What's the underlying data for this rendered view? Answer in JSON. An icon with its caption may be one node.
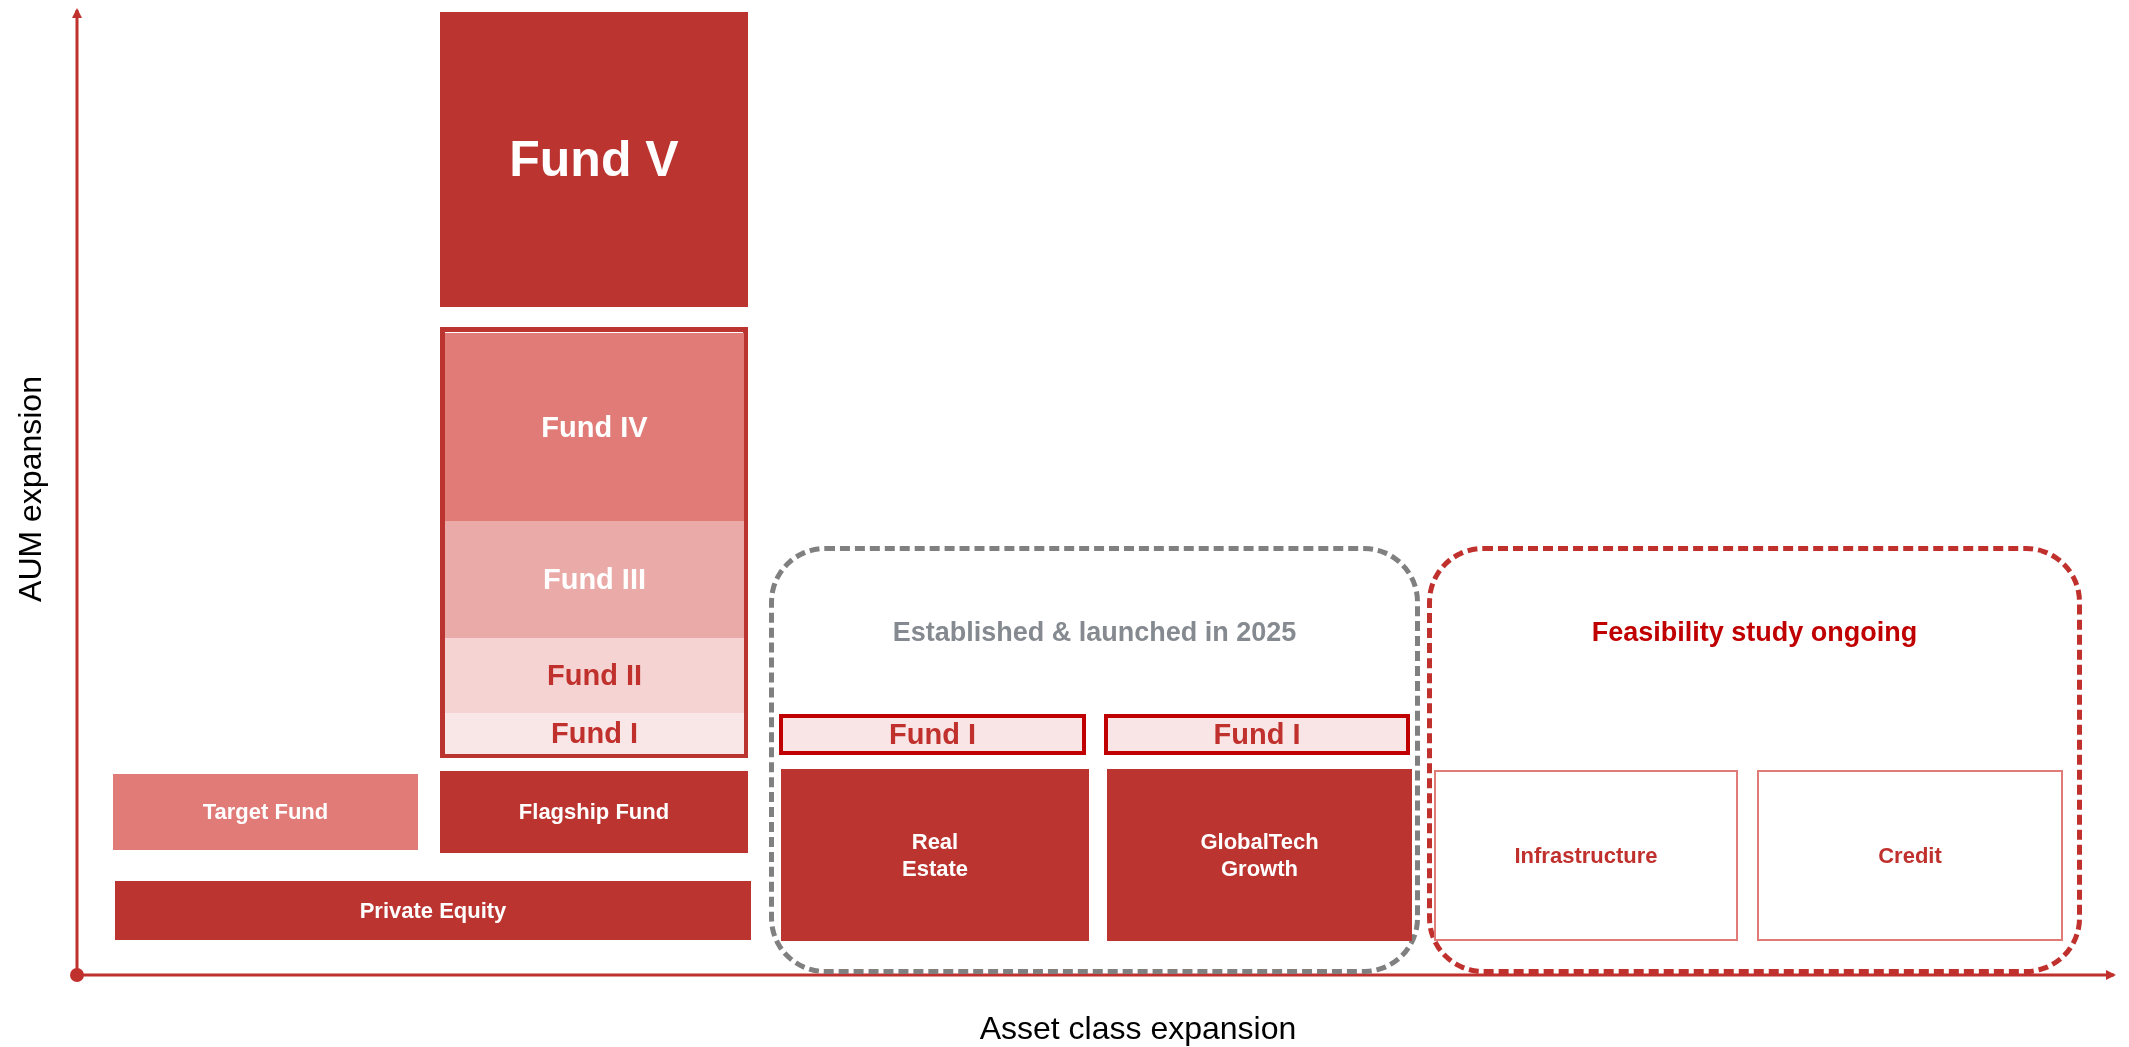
{
  "diagram": {
    "nodes": [
      {
        "text": [
          "Fund V"
        ]
      },
      {
        "text": [],
        "shape": "box"
      },
      {
        "text": [
          "Fund IV"
        ],
        "in": 1
      },
      {
        "text": [
          "Fund III"
        ],
        "in": 1
      },
      {
        "text": [
          "Fund II"
        ],
        "in": 1
      },
      {
        "text": [
          "Fund I"
        ],
        "in": 1
      },
      {
        "text": [
          "Established & launched in 2025"
        ]
      },
      {
        "text": [
          "Fund I"
        ],
        "in": 6
      },
      {
        "text": [
          "Fund I"
        ],
        "in": 6
      },
      {
        "text": [
          "Feasibility study ongoing"
        ]
      },
      {
        "text": [
          "Target Fund"
        ]
      },
      {
        "text": [
          "Flagship Fund"
        ]
      },
      {
        "text": [
          "Real Estate"
        ],
        "in": 6
      },
      {
        "text": [
          "GlobalTech Growth"
        ],
        "in": 6
      },
      {
        "text": [
          "Infrastructure"
        ],
        "in": 9
      },
      {
        "text": [
          "Credit"
        ],
        "in": 9
      },
      {
        "text": [
          "Private Equity"
        ]
      }
    ],
    "labels": [
      "AUM expansion",
      "Asset class expansion"
    ]
  }
}
